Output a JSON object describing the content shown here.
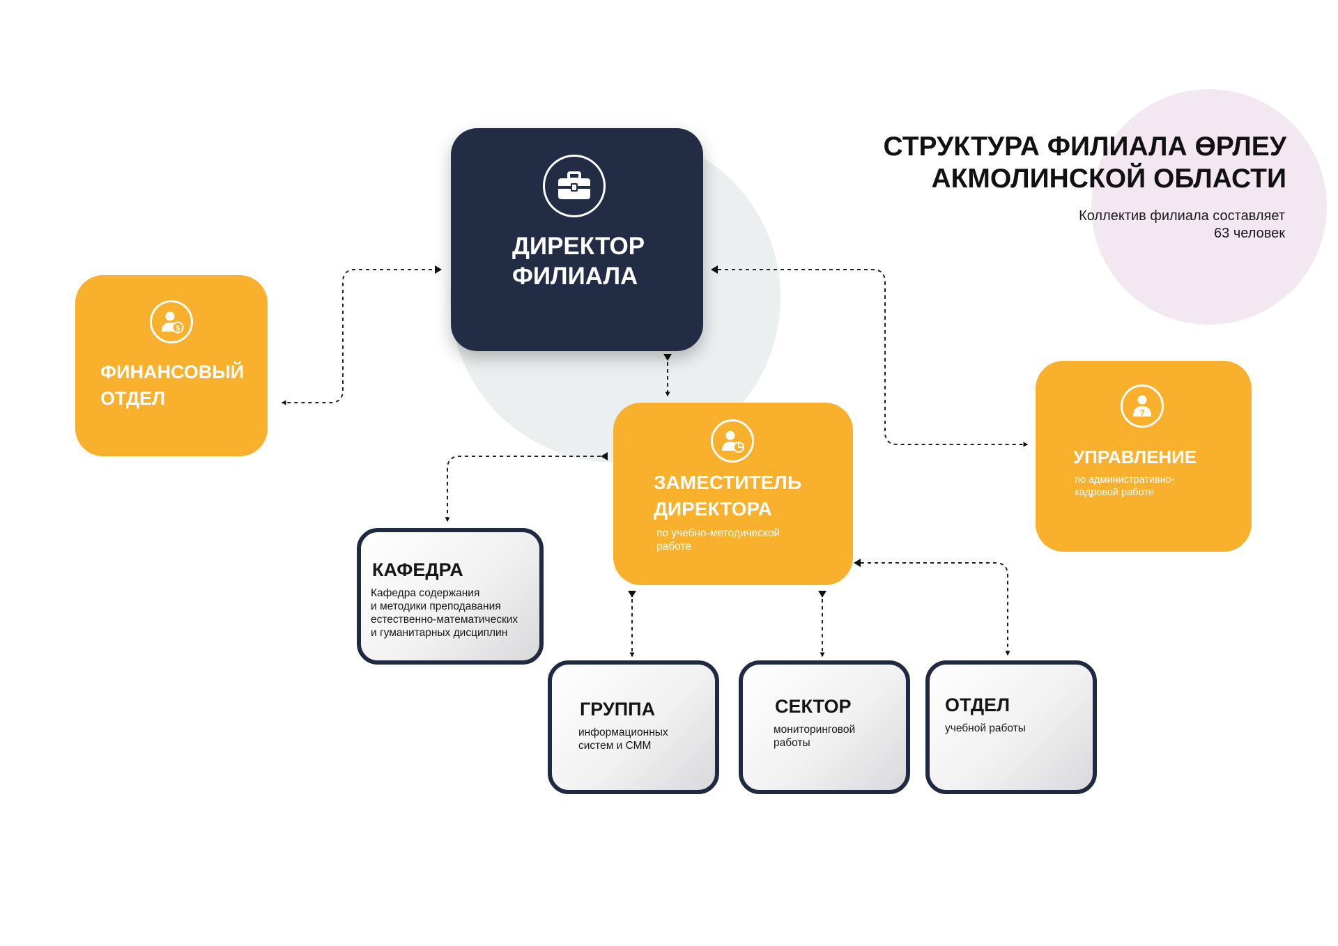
{
  "header": {
    "title": "СТРУКТУРА ФИЛИАЛА ӨРЛЕУ\nАКМОЛИНСКОЙ ОБЛАСТИ",
    "subtitle": "Коллектив филиала составляет\n63 человек"
  },
  "nodes": {
    "director": {
      "label": "ДИРЕКТОР\nФИЛИАЛА",
      "icon": "briefcase-icon"
    },
    "finance": {
      "label": "ФИНАНСОВЫЙ\nОТДЕЛ",
      "icon": "user-dollar-icon"
    },
    "deputy": {
      "label": "ЗАМЕСТИТЕЛЬ\nДИРЕКТОРА",
      "sub": "по учебно-методической\nработе",
      "icon": "user-chart-icon"
    },
    "admin": {
      "label": "УПРАВЛЕНИЕ",
      "sub": "по административно-\nкадровой работе",
      "icon": "user-question-icon"
    },
    "department": {
      "label": "КАФЕДРА",
      "sub": "Кафедра содержания\nи методики преподавания\nестественно-математических\nи гуманитарных дисциплин"
    },
    "group": {
      "label": "ГРУППА",
      "sub": "информационных\nсистем и СММ"
    },
    "sector": {
      "label": "СЕКТОР",
      "sub": "мониторинговой\nработы"
    },
    "office": {
      "label": "ОТДЕЛ",
      "sub": "учебной работы"
    }
  },
  "colors": {
    "yellow": "#f8b02d",
    "navy": "#222d45",
    "outline": "#1f2a42",
    "pink_circle": "#f3e8f1",
    "gray_circle": "#ebefef"
  }
}
